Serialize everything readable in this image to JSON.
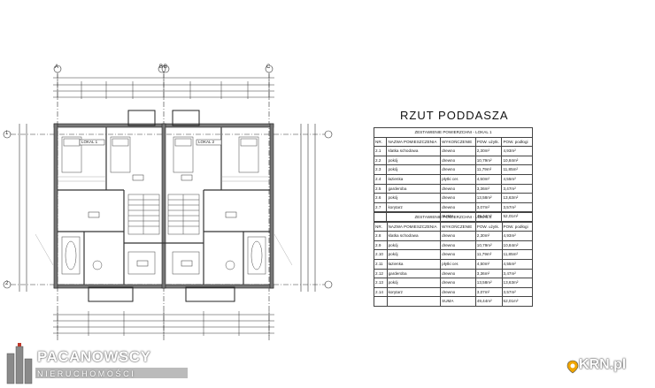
{
  "plan": {
    "axis_labels": [
      "A",
      "B",
      "B",
      "C",
      "1",
      "2"
    ],
    "room_tags_left": [
      "LOKAL 1"
    ],
    "room_tags_right": [
      "LOKAL 2"
    ]
  },
  "title": "RZUT PODDASZA",
  "table1": {
    "caption": "ZESTAWIENIE POWIERZCHNI - LOKAL 1",
    "headers": [
      "NR.",
      "NAZWA POMIESZCZENIA",
      "WYKOŃCZENIE",
      "POW. użytk.",
      "POW. podłogi"
    ],
    "rows": [
      [
        "2.1",
        "klatka schodowa",
        "drewno",
        "2,30m²",
        "4,93m²"
      ],
      [
        "2.2",
        "pokój",
        "drewno",
        "10,79m²",
        "10,84m²"
      ],
      [
        "2.3",
        "pokój",
        "drewno",
        "11,79m²",
        "11,85m²"
      ],
      [
        "2.4",
        "łazienka",
        "płytki cer.",
        "4,50m²",
        "4,55m²"
      ],
      [
        "2.5",
        "garderoba",
        "drewno",
        "3,36m²",
        "3,47m²"
      ],
      [
        "2.6",
        "pokój",
        "drewno",
        "13,58m²",
        "13,63m²"
      ],
      [
        "2.7",
        "korytarz",
        "drewno",
        "3,07m²",
        "3,57m²"
      ]
    ],
    "sum_label": "SUMA",
    "sum_usable": "49,44m²",
    "sum_floor": "52,01m²"
  },
  "table2": {
    "caption": "ZESTAWIENIE POWIERZCHNI - LOKAL 2",
    "headers": [
      "NR.",
      "NAZWA POMIESZCZENIA",
      "WYKOŃCZENIE",
      "POW. użytk.",
      "POW. podłogi"
    ],
    "rows": [
      [
        "2.8",
        "klatka schodowa",
        "drewno",
        "2,30m²",
        "4,93m²"
      ],
      [
        "2.9",
        "pokój",
        "drewno",
        "10,79m²",
        "10,84m²"
      ],
      [
        "2.10",
        "pokój",
        "drewno",
        "11,79m²",
        "11,85m²"
      ],
      [
        "2.11",
        "łazienka",
        "płytki cer.",
        "4,50m²",
        "4,55m²"
      ],
      [
        "2.12",
        "garderoba",
        "drewno",
        "3,36m²",
        "3,47m²"
      ],
      [
        "2.13",
        "pokój",
        "drewno",
        "13,58m²",
        "13,63m²"
      ],
      [
        "2.14",
        "korytarz",
        "drewno",
        "3,07m²",
        "3,57m²"
      ]
    ],
    "sum_label": "SUMA",
    "sum_usable": "49,44m²",
    "sum_floor": "52,01m²"
  },
  "brand": {
    "name": "PACANOWSCY",
    "sub": "NIERUCHOMOŚCI",
    "portal": "KRN.pl"
  }
}
